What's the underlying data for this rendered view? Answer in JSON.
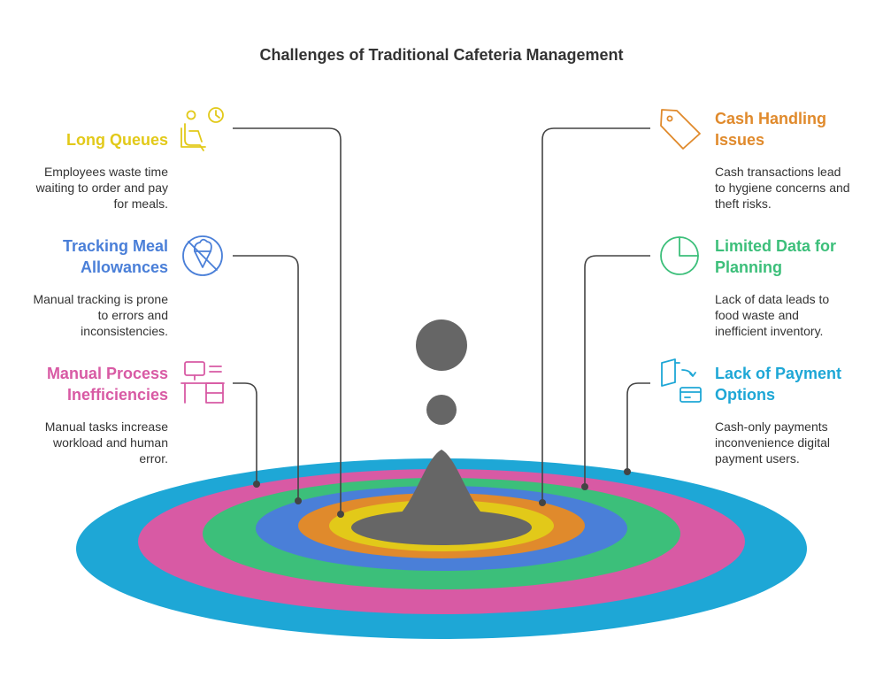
{
  "title": "Challenges of Traditional Cafeteria Management",
  "colors": {
    "long_queues": "#e2c919",
    "meal_allowances": "#4a7fd8",
    "manual_process": "#d85aa4",
    "cash_handling": "#e08a2c",
    "limited_data": "#3cbf7a",
    "payment_options": "#1ea7d6",
    "center": "#666666"
  },
  "items": {
    "long_queues": {
      "heading": [
        "Long Queues"
      ],
      "desc": [
        "Employees waste time",
        "waiting to order and pay",
        "for meals."
      ]
    },
    "meal_allowances": {
      "heading": [
        "Tracking Meal",
        "Allowances"
      ],
      "desc": [
        "Manual tracking is prone",
        "to errors and",
        "inconsistencies."
      ]
    },
    "manual_process": {
      "heading": [
        "Manual Process",
        "Inefficiencies"
      ],
      "desc": [
        "Manual tasks increase",
        "workload and human",
        "error."
      ]
    },
    "cash_handling": {
      "heading": [
        "Cash Handling",
        "Issues"
      ],
      "desc": [
        "Cash transactions lead",
        "to hygiene concerns and",
        "theft risks."
      ]
    },
    "limited_data": {
      "heading": [
        "Limited Data for",
        "Planning"
      ],
      "desc": [
        "Lack of data leads to",
        "food waste and",
        "inefficient inventory."
      ]
    },
    "payment_options": {
      "heading": [
        "Lack of Payment",
        "Options"
      ],
      "desc": [
        "Cash-only payments",
        "inconvenience digital",
        "payment users."
      ]
    }
  }
}
